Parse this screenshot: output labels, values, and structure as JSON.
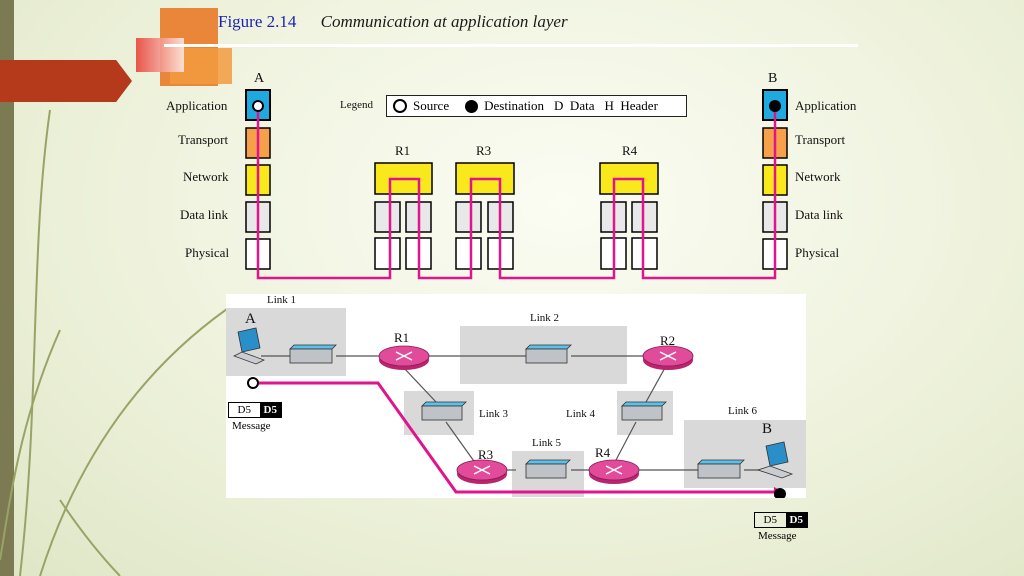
{
  "title": {
    "figure": "Figure 2.14",
    "caption": "Communication at application layer"
  },
  "hosts": {
    "a": "A",
    "b": "B"
  },
  "layers": [
    "Application",
    "Transport",
    "Network",
    "Data link",
    "Physical"
  ],
  "routers_top": [
    "R1",
    "R3",
    "R4"
  ],
  "legend": {
    "heading": "Legend",
    "source": "Source",
    "destination": "Destination",
    "data": "D  Data",
    "header": "H  Header"
  },
  "network": {
    "links": [
      "Link 1",
      "Link 2",
      "Link 3",
      "Link 4",
      "Link 5",
      "Link 6"
    ],
    "routers": [
      "R1",
      "R2",
      "R3",
      "R4"
    ],
    "hosts": [
      "A",
      "B"
    ]
  },
  "message": {
    "data": "D5",
    "header": "D5",
    "label": "Message"
  },
  "colors": {
    "path": "#e0148c",
    "application": "#1fa9e1",
    "transport": "#f7a04a",
    "network": "#f8e81c",
    "router": "#e24a9a"
  }
}
